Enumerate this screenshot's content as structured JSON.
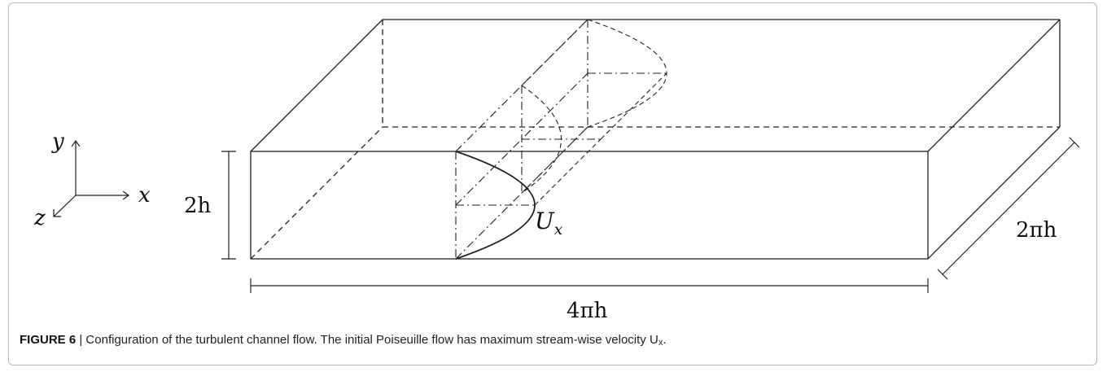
{
  "axes_triad": {
    "y": "y",
    "x": "x",
    "z": "z"
  },
  "dimensions": {
    "height": "2h",
    "length": "4πh",
    "width": "2πh"
  },
  "velocity_label": {
    "base": "U",
    "subscript": "x"
  },
  "caption": {
    "figure_label": "FIGURE 6",
    "separator": " | ",
    "text_before": "Configuration of the turbulent channel flow. The initial Poiseuille flow has maximum stream-wise velocity ",
    "symbol": "U",
    "symbol_sub": "x",
    "text_after": "."
  }
}
